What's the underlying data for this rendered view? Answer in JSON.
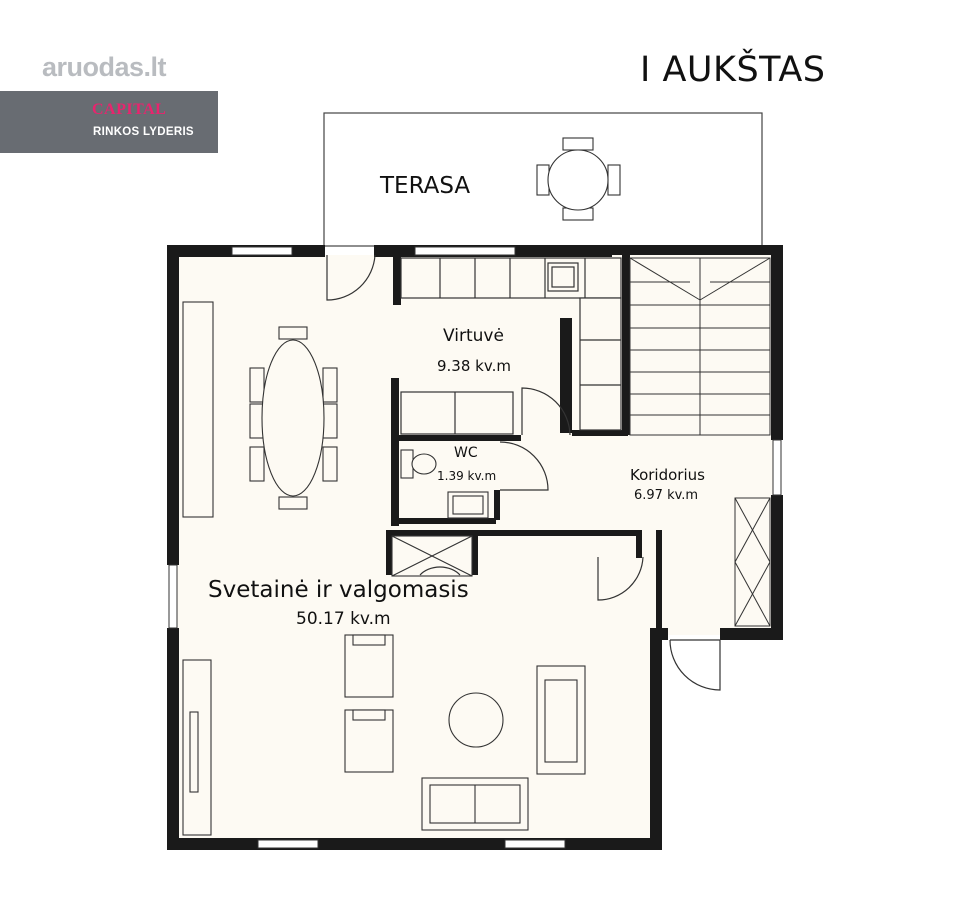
{
  "branding": {
    "site_logo": "aruodas.lt",
    "agency_name": "CAPITAL",
    "agency_tagline": "RINKOS LYDERIS",
    "logo_color": "#b9bcc0",
    "agency_box_color": "#686c72",
    "agency_accent_color": "#e8246e"
  },
  "floor_title": "I AUKŠTAS",
  "rooms": {
    "terrace": {
      "name": "TERASA"
    },
    "kitchen": {
      "name": "Virtuvė",
      "area": "9.38 kv.m"
    },
    "wc": {
      "name": "WC",
      "area": "1.39 kv.m"
    },
    "corridor": {
      "name": "Koridorius",
      "area": "6.97 kv.m"
    },
    "living": {
      "name": "Svetainė ir valgomasis",
      "area": "50.17 kv.m"
    }
  },
  "colors": {
    "floor_fill": "#fdfaf3",
    "wall": "#1a1a1a",
    "line": "#333333"
  }
}
